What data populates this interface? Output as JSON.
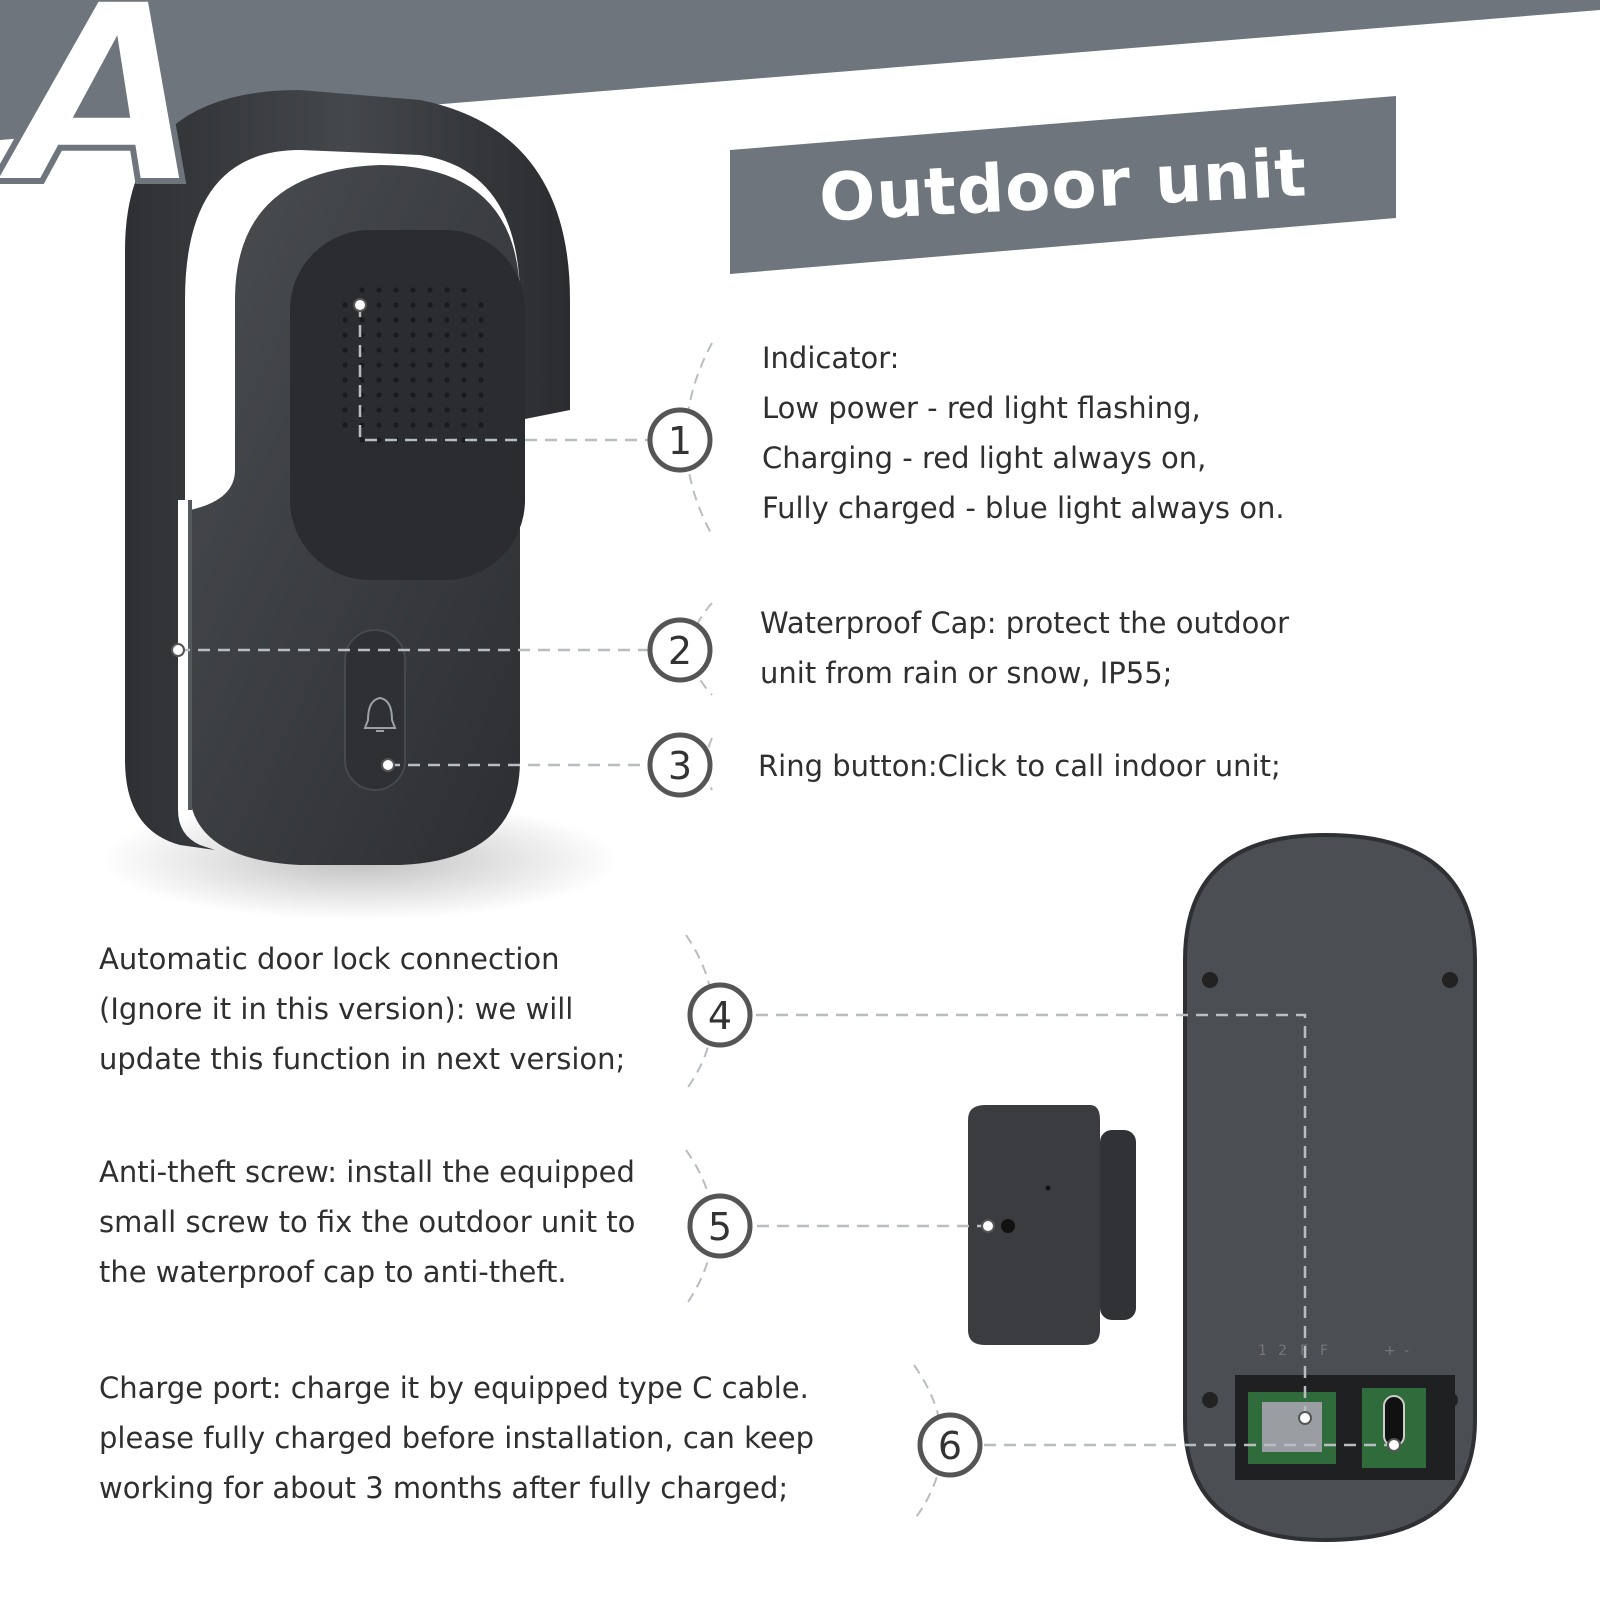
{
  "section_letter": "A",
  "title": "Outdoor unit",
  "colors": {
    "banner": "#6e757c",
    "device": "#3a3c3f",
    "text": "#2f2f2f",
    "leader_line": "#b8bdc2"
  },
  "callouts": [
    {
      "number": "1",
      "lines": [
        "Indicator:",
        "Low power - red light flashing,",
        "Charging - red light always on,",
        "Fully charged - blue light always on."
      ]
    },
    {
      "number": "2",
      "lines": [
        "Waterproof Cap: protect the outdoor",
        "unit from rain or snow, IP55;"
      ]
    },
    {
      "number": "3",
      "lines": [
        "Ring button:Click to call indoor unit;"
      ]
    },
    {
      "number": "4",
      "lines": [
        "Automatic door lock connection",
        "(Ignore it in this version): we will",
        "update this function in next version;"
      ]
    },
    {
      "number": "5",
      "lines": [
        "Anti-theft screw: install the equipped",
        "small screw to fix the outdoor unit to",
        "the waterproof cap to anti-theft."
      ]
    },
    {
      "number": "6",
      "lines": [
        "Charge port: charge it by equipped type C cable.",
        "please fully charged before installation, can keep",
        "working for about 3 months after fully charged;"
      ]
    }
  ],
  "terminal_labels": [
    "1",
    "2",
    "F",
    "F",
    "+",
    "-"
  ]
}
